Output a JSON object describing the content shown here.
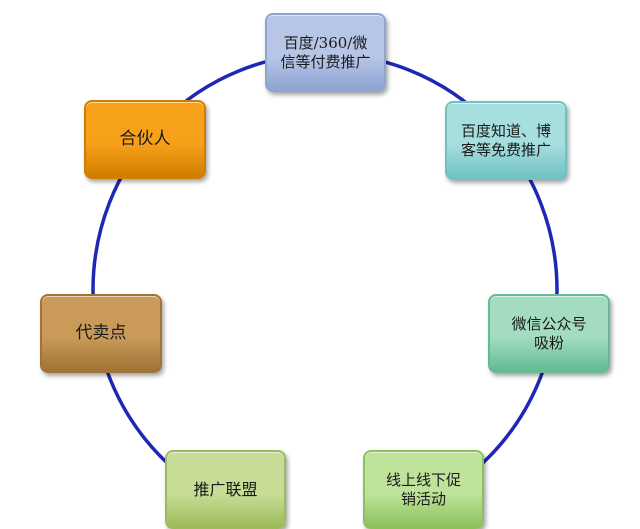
{
  "diagram": {
    "ring_color": "#1f28b5",
    "nodes": [
      {
        "id": "paid",
        "label": "百度/360/微\n信等付费推广",
        "color": "#b7c6e6",
        "border": "#8ea4d2"
      },
      {
        "id": "free",
        "label": "百度知道、博\n客等免费推广",
        "color": "#a7dede",
        "border": "#6fc2c2"
      },
      {
        "id": "wechat",
        "label": "微信公众号\n吸粉",
        "color": "#a3dcc0",
        "border": "#63bb92"
      },
      {
        "id": "activity",
        "label": "线上线下促\n销活动",
        "color": "#bfe39b",
        "border": "#8cc25c"
      },
      {
        "id": "alliance",
        "label": "推广联盟",
        "color": "#c7dd97",
        "border": "#9dbb5a"
      },
      {
        "id": "agent",
        "label": "代卖点",
        "color": "#c99a58",
        "border": "#a07436"
      },
      {
        "id": "partner",
        "label": "合伙人",
        "color": "#f7a11a",
        "border": "#d07d00"
      }
    ]
  }
}
